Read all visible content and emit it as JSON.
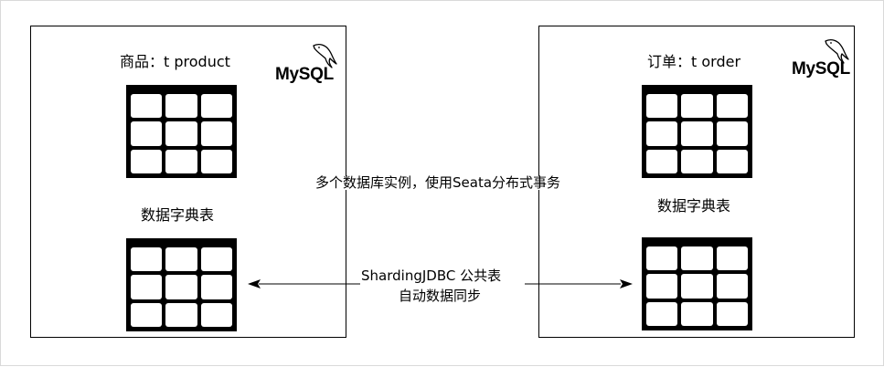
{
  "left_db": {
    "title": "商品：t product",
    "logo_text": "MySQL",
    "dict_label": "数据字典表"
  },
  "right_db": {
    "title": "订单：t order",
    "logo_text": "MySQL",
    "dict_label": "数据字典表"
  },
  "center": {
    "seata_label": "多个数据库实例，使用Seata分布式事务",
    "sync_line1": "ShardingJDBC 公共表",
    "sync_line2": "自动数据同步"
  },
  "icons": [
    "mysql-dolphin-icon",
    "table-icon",
    "arrow-left-icon",
    "arrow-right-icon"
  ],
  "colors": {
    "stroke": "#000000",
    "background": "#ffffff",
    "frame": "#d9d9d9"
  }
}
